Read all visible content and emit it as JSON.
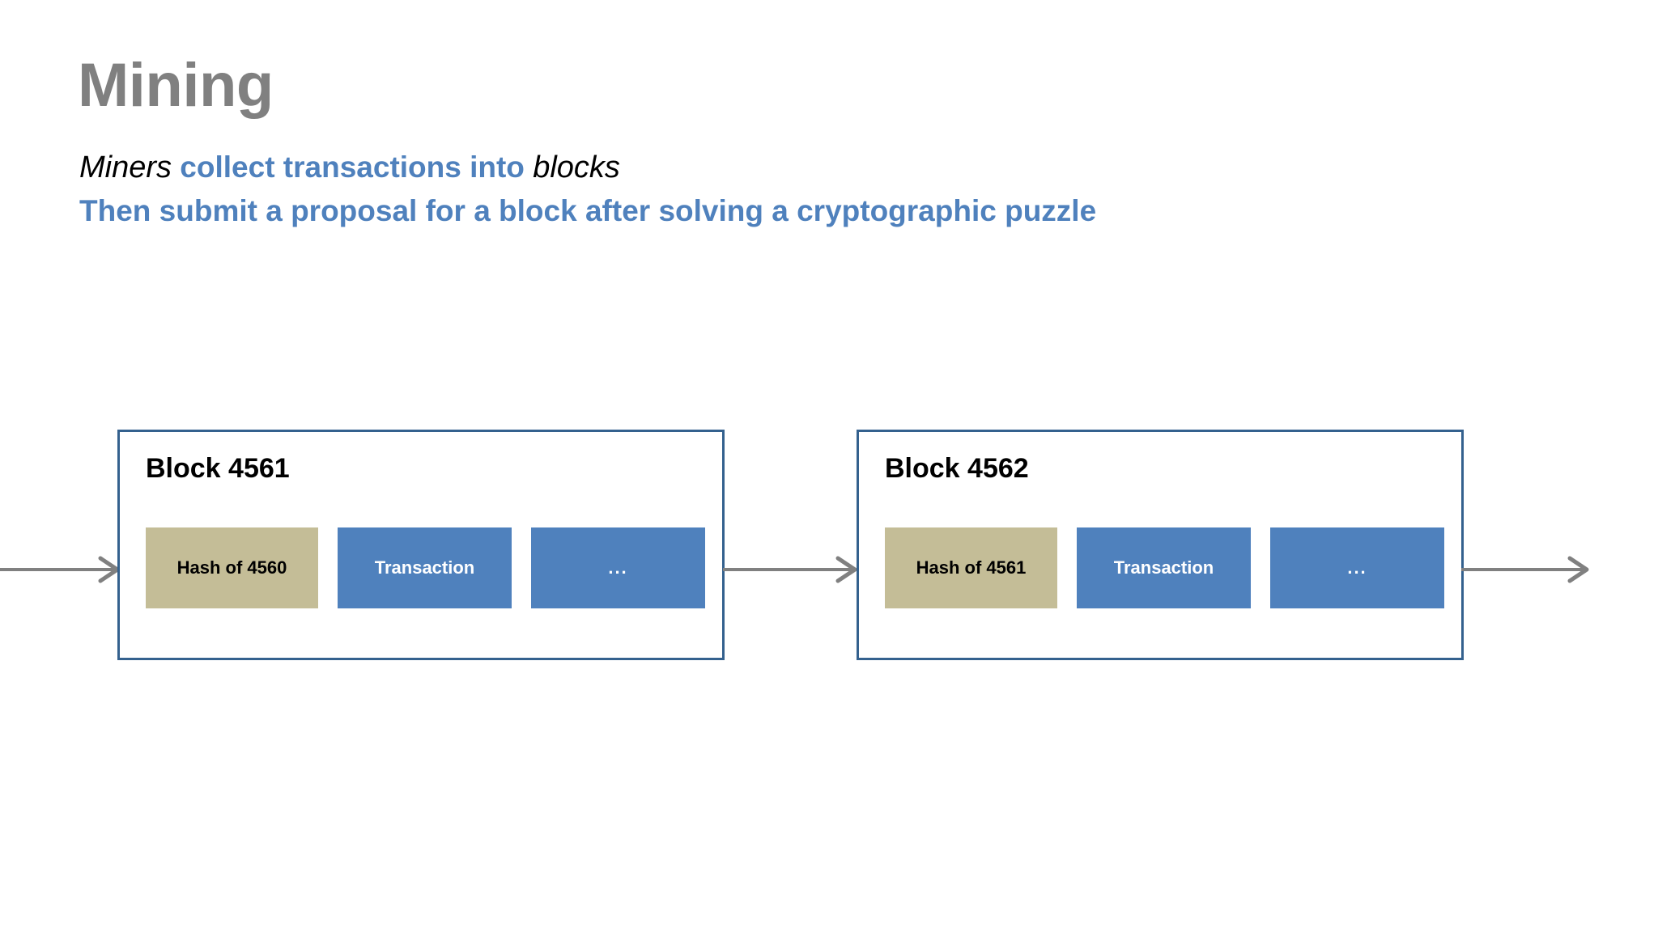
{
  "slide": {
    "title": "Mining",
    "title_color": "#808080",
    "background_color": "#ffffff",
    "subtitle_lines": [
      {
        "segments": [
          {
            "text": "Miners",
            "style": "italic-black"
          },
          {
            "text": " collect transactions into ",
            "style": "bold-blue"
          },
          {
            "text": "blocks",
            "style": "italic-black"
          }
        ]
      },
      {
        "segments": [
          {
            "text": "Then submit a proposal for a block after solving a cryptographic puzzle",
            "style": "bold-blue"
          }
        ]
      }
    ],
    "subtitle_text_line1": "Miners collect transactions into blocks",
    "subtitle_text_line2": "Then submit a proposal for a block after solving a cryptographic puzzle"
  },
  "colors": {
    "accent_blue": "#4F81BD",
    "border_blue": "#34618E",
    "hash_tan": "#C4BD97",
    "title_gray": "#808080",
    "arrow_gray": "#808080",
    "text_black": "#000000",
    "text_white": "#FFFFFF"
  },
  "diagram": {
    "type": "blockchain-chain",
    "blocks": [
      {
        "label": "Block 4561",
        "cells": [
          {
            "label": "Hash of 4560",
            "kind": "hash"
          },
          {
            "label": "Transaction",
            "kind": "transaction"
          },
          {
            "label": "...",
            "kind": "ellipsis"
          }
        ]
      },
      {
        "label": "Block 4562",
        "cells": [
          {
            "label": "Hash of 4561",
            "kind": "hash"
          },
          {
            "label": "Transaction",
            "kind": "transaction"
          },
          {
            "label": "...",
            "kind": "ellipsis"
          }
        ]
      }
    ],
    "arrows": [
      {
        "name": "incoming-arrow",
        "direction": "right"
      },
      {
        "name": "between-blocks-arrow",
        "direction": "right"
      },
      {
        "name": "outgoing-arrow",
        "direction": "right"
      }
    ]
  }
}
